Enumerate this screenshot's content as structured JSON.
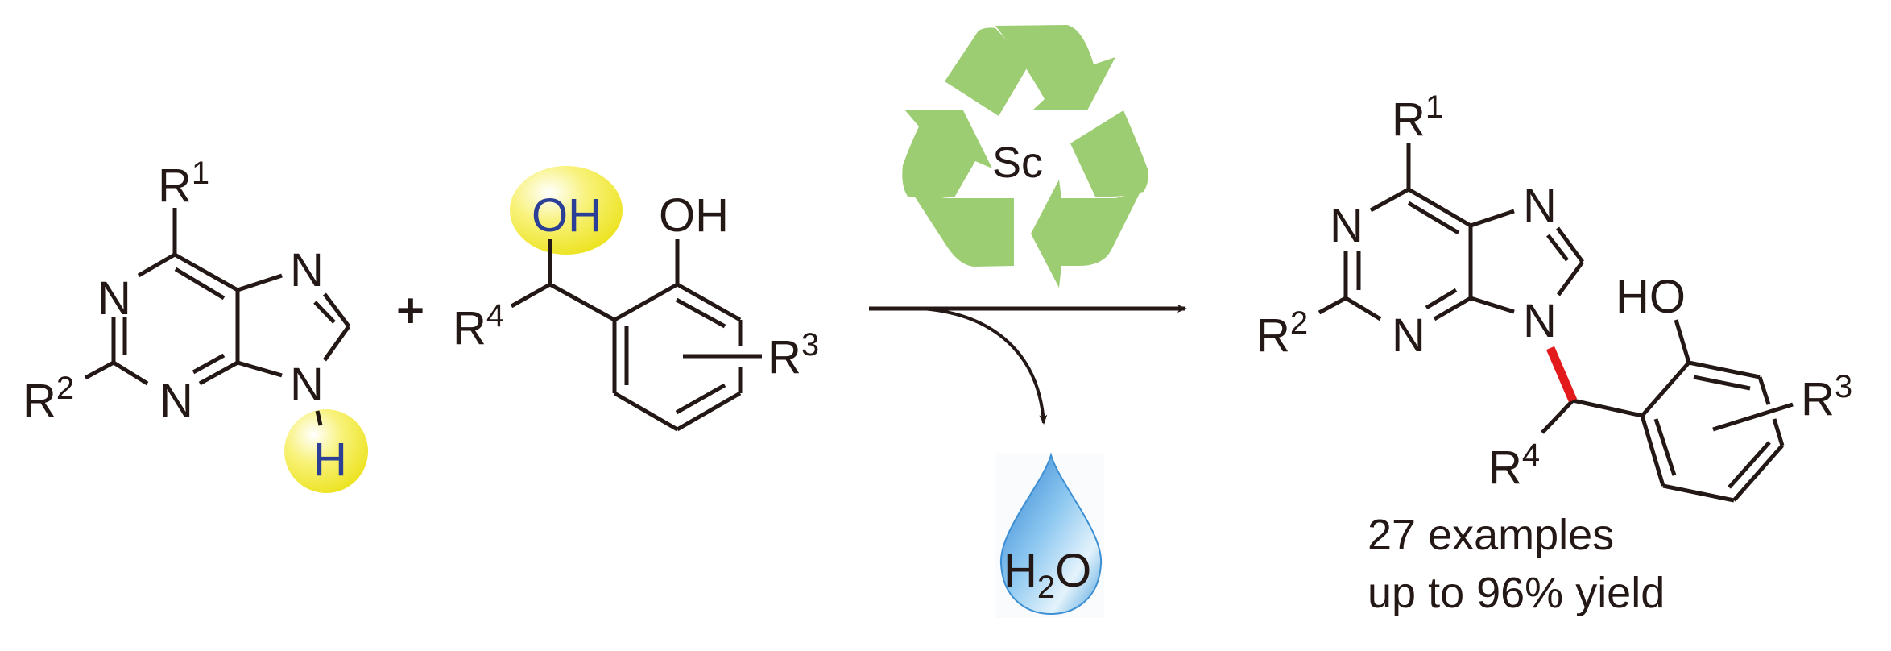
{
  "figure": {
    "type": "reaction-scheme",
    "description": "Scandium-catalyzed N9-alkylation of purines with 2-hydroxybenzyl alcohols"
  },
  "colors": {
    "ink": "#231815",
    "highlight_yellow": "#f2ea3a",
    "highlight_text_blue": "#2b3f97",
    "recycle_green": "#9dcd73",
    "new_bond_red": "#e31a1c",
    "water_blue": "#4a9fdc"
  },
  "reactant1": {
    "name": "purine",
    "labels": {
      "r1": "R",
      "r1_sup": "1",
      "r2": "R",
      "r2_sup": "2",
      "n1": "N",
      "n3": "N",
      "n7": "N",
      "n9": "N",
      "h": "H"
    },
    "highlight": "N-H"
  },
  "plus_sign": "+",
  "reactant2": {
    "name": "2-hydroxybenzyl alcohol",
    "labels": {
      "oh_highlight": "OH",
      "oh_phenol": "OH",
      "r4": "R",
      "r4_sup": "4",
      "r3": "R",
      "r3_sup": "3"
    },
    "highlight": "OH"
  },
  "conditions": {
    "catalyst": "Sc",
    "catalyst_icon": "recycle-icon",
    "byproduct": {
      "text": "H",
      "sub": "2",
      "text2": "O",
      "icon": "water-drop-icon"
    }
  },
  "product": {
    "labels": {
      "r1": "R",
      "r1_sup": "1",
      "r2": "R",
      "r2_sup": "2",
      "n1": "N",
      "n3": "N",
      "n7": "N",
      "n9": "N",
      "ho": "HO",
      "r4": "R",
      "r4_sup": "4",
      "r3": "R",
      "r3_sup": "3"
    },
    "new_bond": "N9-C (red)"
  },
  "notes": {
    "line1": "27 examples",
    "line2": "up to 96% yield"
  }
}
